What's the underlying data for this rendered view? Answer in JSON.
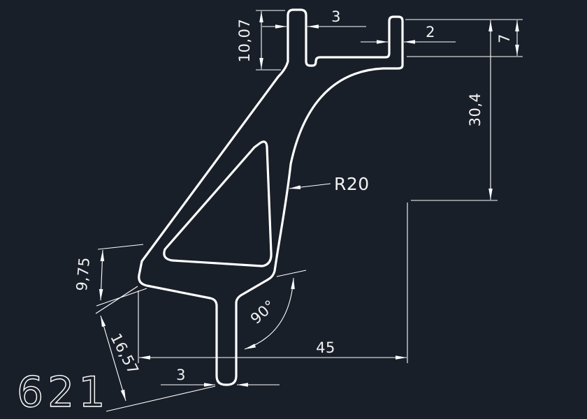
{
  "app": {
    "type": "cad-drawing-viewport",
    "background_color": "#191f29",
    "line_color": "#ffffff"
  },
  "drawing": {
    "part_number": "621",
    "dimensions": {
      "left_tab_height": "10,07",
      "left_tab_width": "3",
      "right_tab_width": "2",
      "right_tab_height": "7",
      "flange_height": "30,4",
      "radius": "R20",
      "tip_thickness": "9,75",
      "foot_length": "16,57",
      "tail_angle": "90°",
      "overall_width": "45",
      "tail_width": "3"
    }
  }
}
